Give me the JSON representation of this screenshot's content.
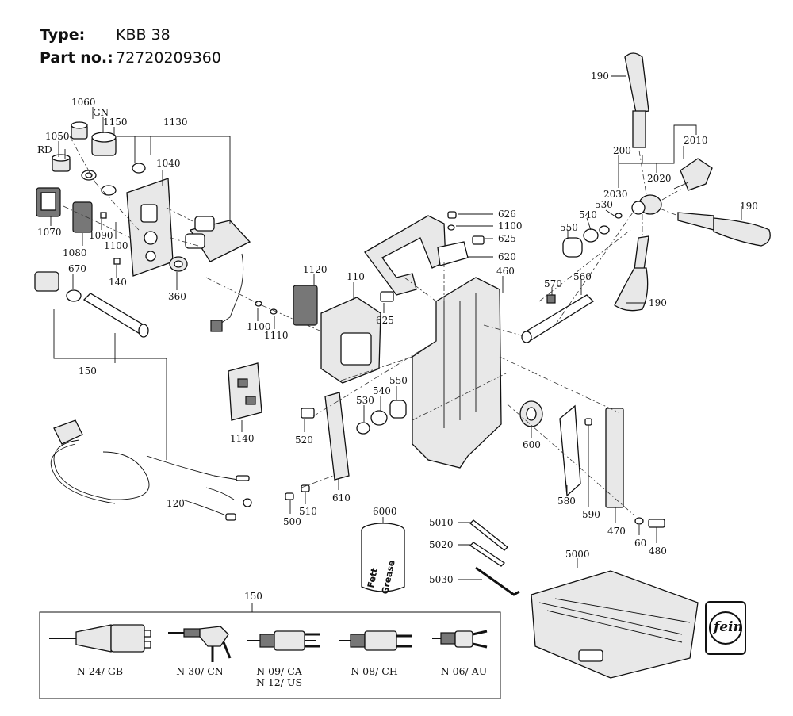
{
  "header": {
    "type_label": "Type:",
    "type_value": "KBB 38",
    "part_label": "Part no.:",
    "part_value": "72720209360"
  },
  "callouts": {
    "p1060": "1060",
    "gn": "GN",
    "p1150": "1150",
    "p1130": "1130",
    "p1050": "1050",
    "rd": "RD",
    "p1040": "1040",
    "p1070": "1070",
    "p1090": "1090",
    "p1100a": "1100",
    "p1080": "1080",
    "p140": "140",
    "p360": "360",
    "p670": "670",
    "p150": "150",
    "p1120": "1120",
    "p110": "110",
    "p1100b": "1100",
    "p1110": "1110",
    "p1140": "1140",
    "p120": "120",
    "p626": "626",
    "p1100c": "1100",
    "p625a": "625",
    "p620": "620",
    "p460": "460",
    "p625b": "625",
    "p550a": "550",
    "p540a": "540",
    "p530a": "530",
    "p520": "520",
    "p510": "510",
    "p500": "500",
    "p610": "610",
    "p600": "600",
    "p580": "580",
    "p590": "590",
    "p470": "470",
    "p60": "60",
    "p480": "480",
    "p6000": "6000",
    "fett": "Fett",
    "grease": "Grease",
    "p5010": "5010",
    "p5020": "5020",
    "p5030": "5030",
    "p5000": "5000",
    "p190a": "190",
    "p200": "200",
    "p2010": "2010",
    "p2020": "2020",
    "p2030": "2030",
    "p190b": "190",
    "p550b": "550",
    "p540b": "540",
    "p530b": "530",
    "p570": "570",
    "p560": "560",
    "p190c": "190",
    "p150b": "150"
  },
  "plugs": [
    {
      "code": "N 24/ GB"
    },
    {
      "code": "N 30/ CN"
    },
    {
      "code": "N 09/ CA",
      "code2": "N 12/ US"
    },
    {
      "code": "N 08/ CH"
    },
    {
      "code": "N 06/ AU"
    }
  ],
  "logo": {
    "text": "fein"
  }
}
